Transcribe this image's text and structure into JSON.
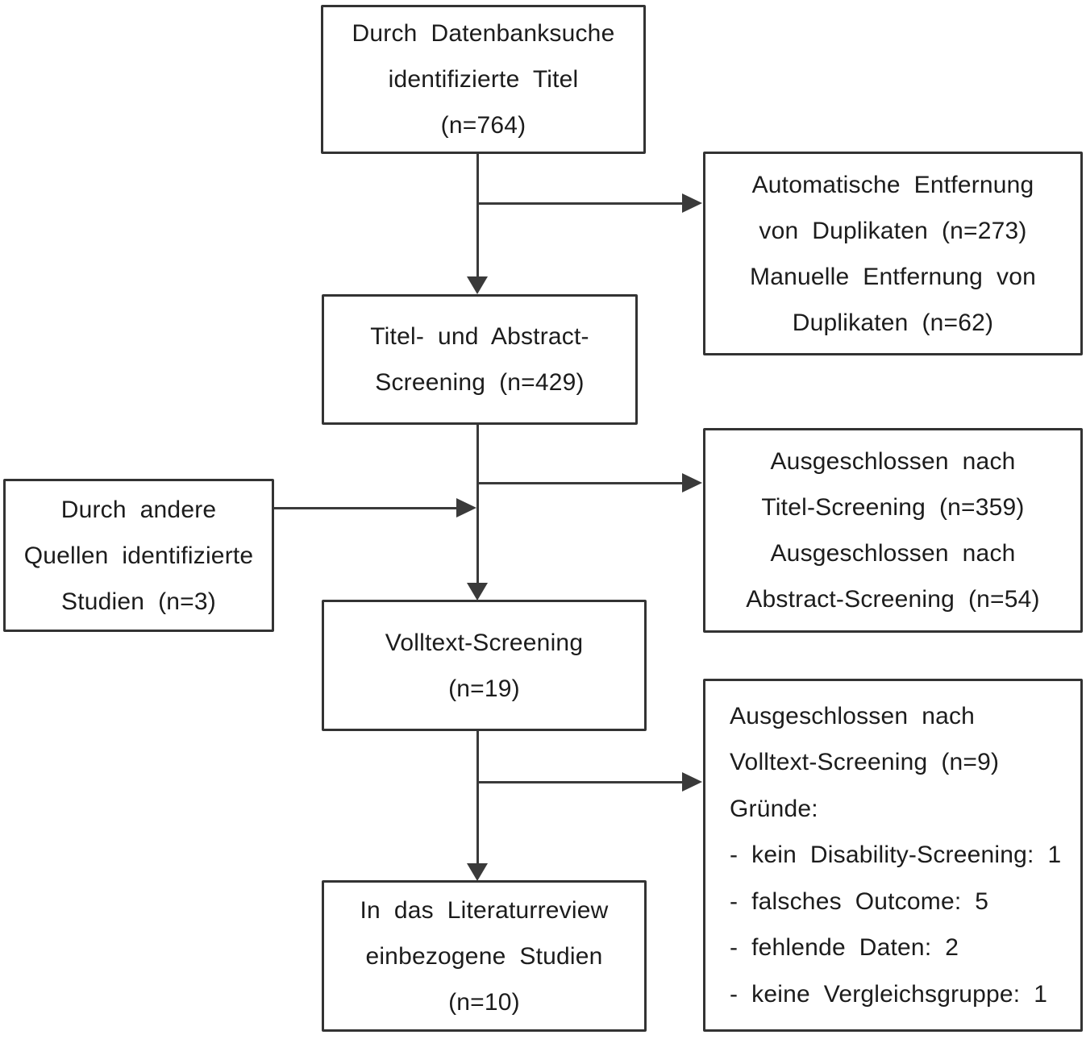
{
  "colors": {
    "background": "#ffffff",
    "box_border": "#333333",
    "text": "#1c1c1c",
    "connector": "#3a3a3a"
  },
  "flowchart": {
    "type": "prisma-study-selection",
    "boxes": {
      "identified": {
        "lines": [
          "Durch Datenbanksuche",
          "identifizierte Titel",
          "(n=764)"
        ]
      },
      "duplicates": {
        "lines": [
          "Automatische Entfernung",
          "von Duplikaten (n=273)",
          "Manuelle Entfernung von",
          "Duplikaten (n=62)"
        ]
      },
      "title_abstract": {
        "lines": [
          "Titel- und Abstract-",
          "Screening (n=429)"
        ]
      },
      "other_sources": {
        "lines": [
          "Durch andere",
          "Quellen identifizierte",
          "Studien (n=3)"
        ]
      },
      "excluded_title_abstract": {
        "lines": [
          "Ausgeschlossen nach",
          "Titel-Screening (n=359)",
          "Ausgeschlossen nach",
          "Abstract-Screening (n=54)"
        ]
      },
      "fulltext": {
        "lines": [
          "Volltext-Screening",
          "(n=19)"
        ]
      },
      "excluded_fulltext": {
        "lines": [
          "Ausgeschlossen nach",
          "Volltext-Screening (n=9)",
          "Gründe:",
          "- kein Disability-Screening: 1",
          "- falsches Outcome: 5",
          "- fehlende Daten: 2",
          "- keine Vergleichsgruppe: 1"
        ]
      },
      "included": {
        "lines": [
          "In das Literaturreview",
          "einbezogene Studien",
          "(n=10)"
        ]
      }
    }
  }
}
